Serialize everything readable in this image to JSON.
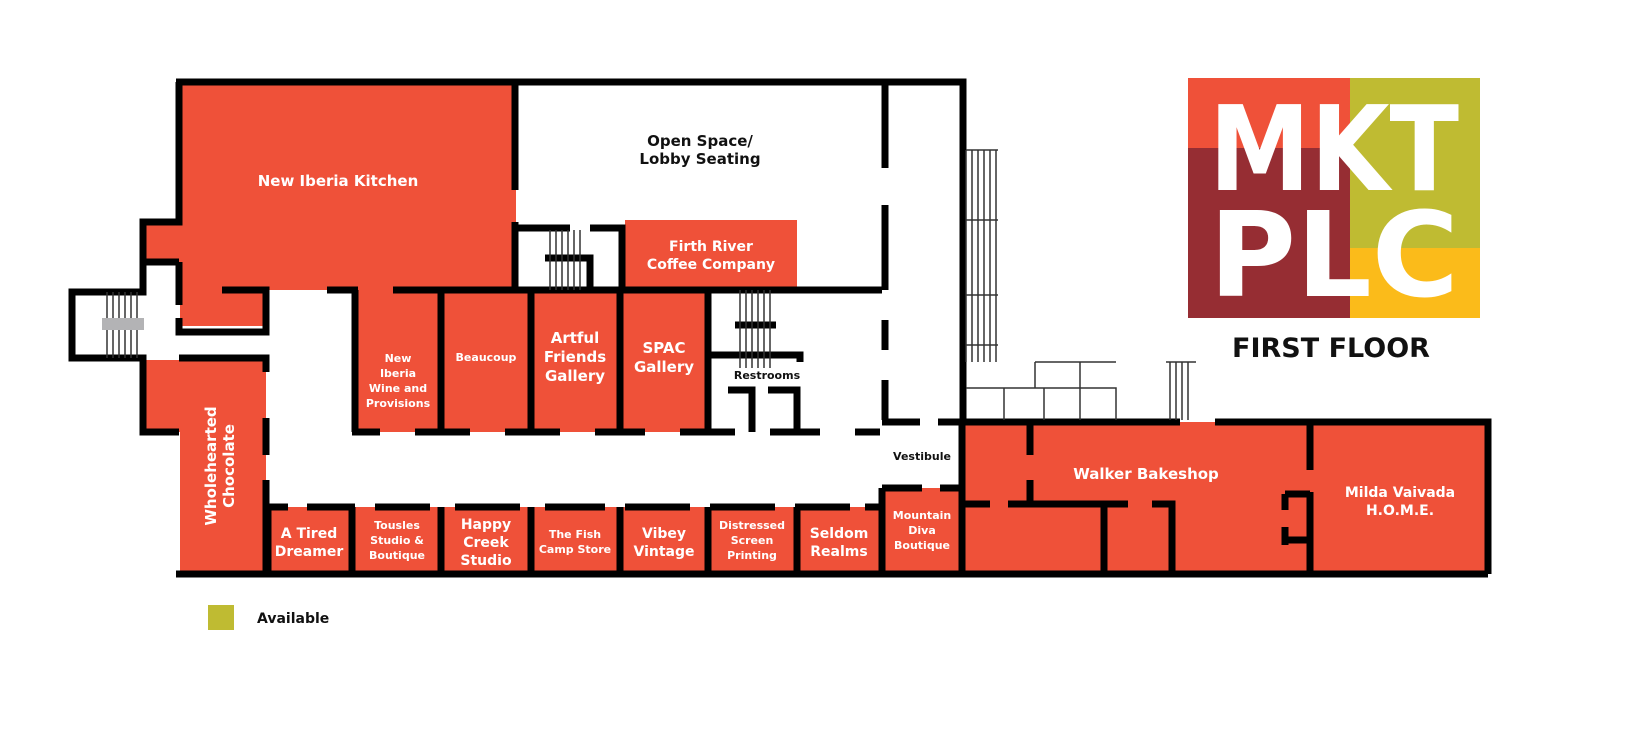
{
  "title": "FIRST FLOOR",
  "logo": {
    "line1": "MKT",
    "line2": "PLC",
    "colors": {
      "red": "#ef5139",
      "maroon": "#962d33",
      "olive": "#bfbb32",
      "yellow": "#fbbb1a"
    }
  },
  "legend": {
    "label": "Available",
    "color": "#bfbb32"
  },
  "colors": {
    "occupied": "#ef5139",
    "wall": "#000000"
  },
  "rooms": {
    "kitchen": [
      "New Iberia Kitchen"
    ],
    "open_space": [
      "Open Space/",
      "Lobby Seating"
    ],
    "firth": [
      "Firth River",
      "Coffee Company"
    ],
    "wine": [
      "New",
      "Iberia",
      "Wine and",
      "Provisions"
    ],
    "beaucoup": [
      "Beaucoup"
    ],
    "artful": [
      "Artful",
      "Friends",
      "Gallery"
    ],
    "spac": [
      "SPAC",
      "Gallery"
    ],
    "restrooms": [
      "Restrooms"
    ],
    "wholehearted": [
      "Wholehearted",
      "Chocolate"
    ],
    "tired": [
      "A Tired",
      "Dreamer"
    ],
    "tousles": [
      "Tousles",
      "Studio &",
      "Boutique"
    ],
    "happy": [
      "Happy",
      "Creek",
      "Studio"
    ],
    "fish": [
      "The Fish",
      "Camp Store"
    ],
    "vibey": [
      "Vibey",
      "Vintage"
    ],
    "distressed": [
      "Distressed",
      "Screen",
      "Printing"
    ],
    "seldom": [
      "Seldom",
      "Realms"
    ],
    "mountain": [
      "Mountain",
      "Diva",
      "Boutique"
    ],
    "vestibule": [
      "Vestibule"
    ],
    "walker": [
      "Walker Bakeshop"
    ],
    "milda": [
      "Milda Vaivada",
      "H.O.M.E."
    ]
  }
}
